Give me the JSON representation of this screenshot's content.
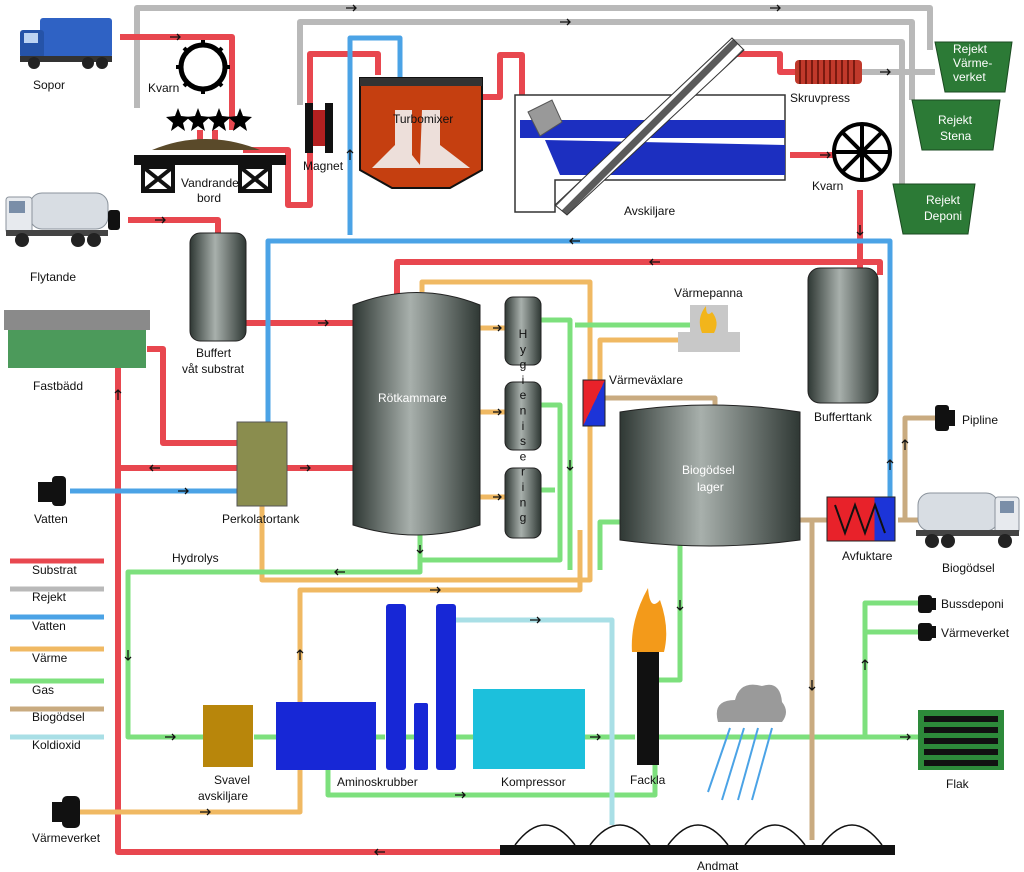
{
  "colors": {
    "substrat": "#e8474f",
    "rejekt": "#b9b9b9",
    "vatten": "#4ba3e6",
    "varme": "#f0b963",
    "gas": "#7de07d",
    "biogodsel": "#c9ab80",
    "koldioxid": "#a9dfe6",
    "tank": "#4f5a55",
    "green_bin": "#2c7a36",
    "orange_tank": "#c53f10",
    "blue_equip": "#1727d6",
    "kompressor": "#1cc0dc",
    "svavel": "#b8860b",
    "perkolator": "#8a8d4e"
  },
  "legend": {
    "substrat": "Substrat",
    "rejekt": "Rejekt",
    "vatten": "Vatten",
    "varme": "Värme",
    "gas": "Gas",
    "biogodsel": "Biogödsel",
    "koldioxid": "Koldioxid"
  },
  "labels": {
    "sopor": "Sopor",
    "kvarn_top": "Kvarn",
    "vandrande_1": "Vandrande",
    "vandrande_2": "bord",
    "magnet": "Magnet",
    "turbomixer": "Turbomixer",
    "avskiljare": "Avskiljare",
    "skruvpress": "Skruvpress",
    "kvarn_right": "Kvarn",
    "rejekt_varme_1": "Rejekt",
    "rejekt_varme_2": "Värme-",
    "rejekt_varme_3": "verket",
    "rejekt_stena_1": "Rejekt",
    "rejekt_stena_2": "Stena",
    "rejekt_deponi_1": "Rejekt",
    "rejekt_deponi_2": "Deponi",
    "flytande": "Flytande",
    "buffert_1": "Buffert",
    "buffert_2": "våt substrat",
    "fastbadd": "Fastbädd",
    "rotkammare": "Rötkammare",
    "hygienisering": "Hygienisering",
    "varmepanna": "Värmepanna",
    "varmevaxlare": "Värmeväxlare",
    "bufferttank": "Bufferttank",
    "pipline": "Pipline",
    "vatten_src": "Vatten",
    "perkolatortank": "Perkolatortank",
    "biogodsel_lager_1": "Biogödsel",
    "biogodsel_lager_2": "lager",
    "avfuktare": "Avfuktare",
    "biogodsel_truck": "Biogödsel",
    "hydrolys": "Hydrolys",
    "bussdeponi": "Bussdeponi",
    "varmeverket_right": "Värmeverket",
    "svavel_1": "Svavel",
    "svavel_2": "avskiljare",
    "aminoskrubber": "Aminoskrubber",
    "kompressor": "Kompressor",
    "fackla": "Fackla",
    "flak": "Flak",
    "varmeverket_left": "Värmeverket",
    "andmat": "Andmat"
  }
}
